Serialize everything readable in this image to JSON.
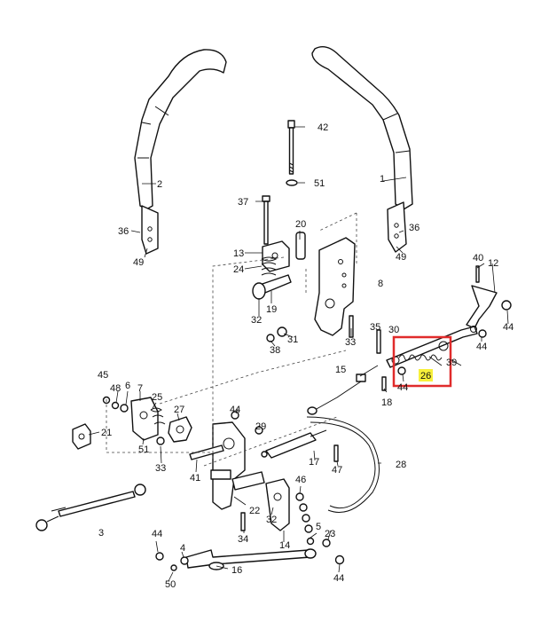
{
  "diagram": {
    "highlight_color": "#f7f03a",
    "callout_color": "#e02b2b",
    "labels": [
      {
        "id": "l1",
        "text": "1"
      },
      {
        "id": "l2",
        "text": "2"
      },
      {
        "id": "l3",
        "text": "3"
      },
      {
        "id": "l4",
        "text": "4"
      },
      {
        "id": "l5",
        "text": "5"
      },
      {
        "id": "l6",
        "text": "6"
      },
      {
        "id": "l7",
        "text": "7"
      },
      {
        "id": "l8",
        "text": "8"
      },
      {
        "id": "l12",
        "text": "12"
      },
      {
        "id": "l13",
        "text": "13"
      },
      {
        "id": "l14",
        "text": "14"
      },
      {
        "id": "l15",
        "text": "15"
      },
      {
        "id": "l16",
        "text": "16"
      },
      {
        "id": "l17",
        "text": "17"
      },
      {
        "id": "l18",
        "text": "18"
      },
      {
        "id": "l19",
        "text": "19"
      },
      {
        "id": "l20",
        "text": "20"
      },
      {
        "id": "l21",
        "text": "21"
      },
      {
        "id": "l22",
        "text": "22"
      },
      {
        "id": "l23",
        "text": "23"
      },
      {
        "id": "l24",
        "text": "24"
      },
      {
        "id": "l25",
        "text": "25"
      },
      {
        "id": "l26",
        "text": "26"
      },
      {
        "id": "l27",
        "text": "27"
      },
      {
        "id": "l28",
        "text": "28"
      },
      {
        "id": "l29",
        "text": "29"
      },
      {
        "id": "l30",
        "text": "30"
      },
      {
        "id": "l31",
        "text": "31"
      },
      {
        "id": "l32a",
        "text": "32"
      },
      {
        "id": "l32b",
        "text": "32"
      },
      {
        "id": "l33a",
        "text": "33"
      },
      {
        "id": "l33b",
        "text": "33"
      },
      {
        "id": "l34",
        "text": "34"
      },
      {
        "id": "l35",
        "text": "35"
      },
      {
        "id": "l36a",
        "text": "36"
      },
      {
        "id": "l36b",
        "text": "36"
      },
      {
        "id": "l37",
        "text": "37"
      },
      {
        "id": "l38",
        "text": "38"
      },
      {
        "id": "l39",
        "text": "39"
      },
      {
        "id": "l40",
        "text": "40"
      },
      {
        "id": "l41",
        "text": "41"
      },
      {
        "id": "l42",
        "text": "42"
      },
      {
        "id": "l44a",
        "text": "44"
      },
      {
        "id": "l44b",
        "text": "44"
      },
      {
        "id": "l44c",
        "text": "44"
      },
      {
        "id": "l44d",
        "text": "44"
      },
      {
        "id": "l44e",
        "text": "44"
      },
      {
        "id": "l44f",
        "text": "44"
      },
      {
        "id": "l45",
        "text": "45"
      },
      {
        "id": "l46",
        "text": "46"
      },
      {
        "id": "l47",
        "text": "47"
      },
      {
        "id": "l48",
        "text": "48"
      },
      {
        "id": "l49a",
        "text": "49"
      },
      {
        "id": "l49b",
        "text": "49"
      },
      {
        "id": "l50",
        "text": "50"
      },
      {
        "id": "l51a",
        "text": "51"
      },
      {
        "id": "l51b",
        "text": "51"
      }
    ],
    "highlighted_label": "l26"
  }
}
